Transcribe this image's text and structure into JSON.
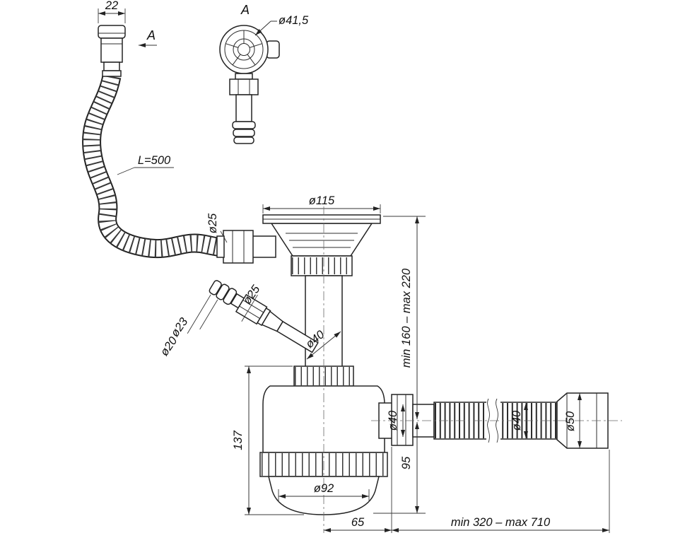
{
  "labels": {
    "dim22": "22",
    "sectionArrow": "A",
    "sectionView": "A",
    "dia415": "ø41,5",
    "hoseLength": "L=500",
    "dia115": "ø115",
    "dia25overflow": "ø25",
    "dia25branch": "ø25",
    "dia23": "ø23",
    "dia20": "ø20",
    "dia40pipe": "ø40",
    "heightRange": "min 160 – max 220",
    "dim137": "137",
    "dia92": "ø92",
    "dim95": "95",
    "dia40outlet": "ø40",
    "dia40flex": "ø40",
    "dia50": "ø50",
    "dim65": "65",
    "lengthRange": "min 320 – max 710"
  },
  "colors": {
    "line": "#232323",
    "text": "#101010",
    "background": "#ffffff"
  }
}
